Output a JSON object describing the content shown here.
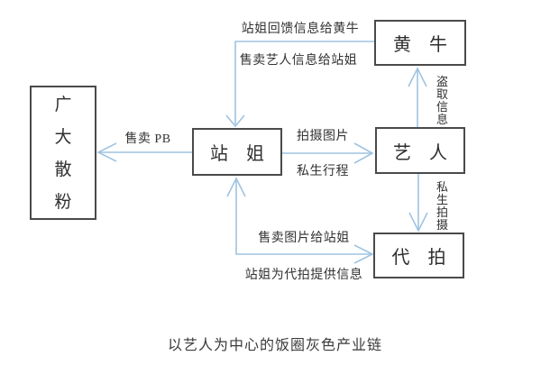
{
  "colors": {
    "background": "#ffffff",
    "box_border": "#4a4a4a",
    "text": "#323232",
    "arrow": "#9fc3e1"
  },
  "diagram": {
    "nodes": {
      "fans": {
        "label": "广大散粉"
      },
      "zhanjie": {
        "label": "站　姐"
      },
      "huangniu": {
        "label": "黄　牛"
      },
      "yiren": {
        "label": "艺　人"
      },
      "daipai": {
        "label": "代　拍"
      }
    },
    "edge_labels": {
      "feedback_to_huangniu": "站姐回馈信息给黄牛",
      "sell_artist_info": "售卖艺人信息给站姐",
      "sell_pb": "售卖 PB",
      "take_photos": "拍摄图片",
      "private_schedule": "私生行程",
      "steal_info": "盗取信息",
      "private_shoot": "私生拍摄",
      "sell_photos_to_zhanjie": "售卖图片给站姐",
      "provide_info_to_daipai": "站姐为代拍提供信息"
    },
    "caption": "以艺人为中心的饭圈灰色产业链"
  }
}
